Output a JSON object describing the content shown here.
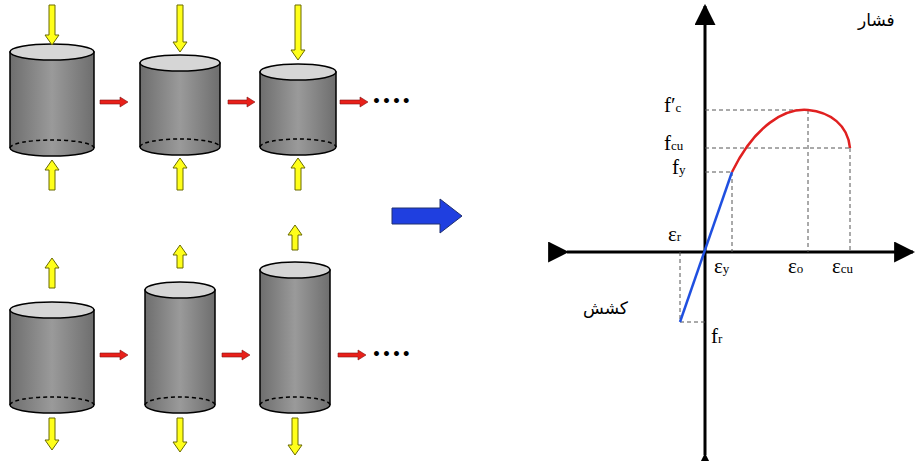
{
  "diagram": {
    "labels": [
      "••••",
      "••••",
      "فشار",
      "f′c",
      "fcu",
      "fy",
      "εr",
      "εy",
      "εo",
      "εcu",
      "fr",
      "کشش"
    ]
  }
}
